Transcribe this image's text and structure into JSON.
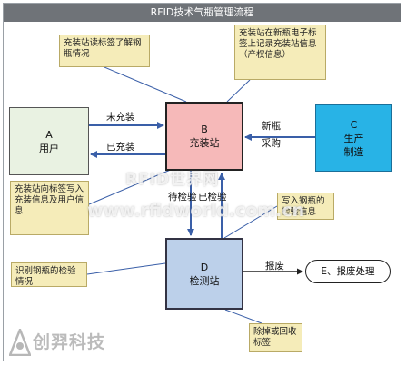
{
  "title": "RFID技术气瓶管理流程",
  "boxes": {
    "a": {
      "letter": "A",
      "name": "用户"
    },
    "b": {
      "letter": "B",
      "name": "充装站"
    },
    "c": {
      "letter": "C",
      "line1": "生产",
      "line2": "制造"
    },
    "d": {
      "letter": "D",
      "name": "检测站"
    },
    "e": {
      "name": "E、报废处理"
    }
  },
  "edges": {
    "a_to_b": "未充装",
    "b_to_a": "已充装",
    "c_to_b_line1": "新瓶",
    "c_to_b_line2": "采购",
    "b_to_d": "待检验",
    "d_to_b": "已检验",
    "d_to_e": "报废"
  },
  "notes": {
    "n1": "充装站读标签了解钢瓶情况",
    "n2": "充装站在新瓶电子标签上记录充装站信息（产权信息）",
    "n3": "充装站向标签写入充装信息及用户信息",
    "n4": "写入钢瓶的检验信息",
    "n5": "识别钢瓶的检验情况",
    "n6": "除掉或回收标签"
  },
  "watermark": {
    "line1": "RFID世界网",
    "line2": "www.rfidworld.com.cn"
  },
  "logo": {
    "name": "创羿科技"
  }
}
